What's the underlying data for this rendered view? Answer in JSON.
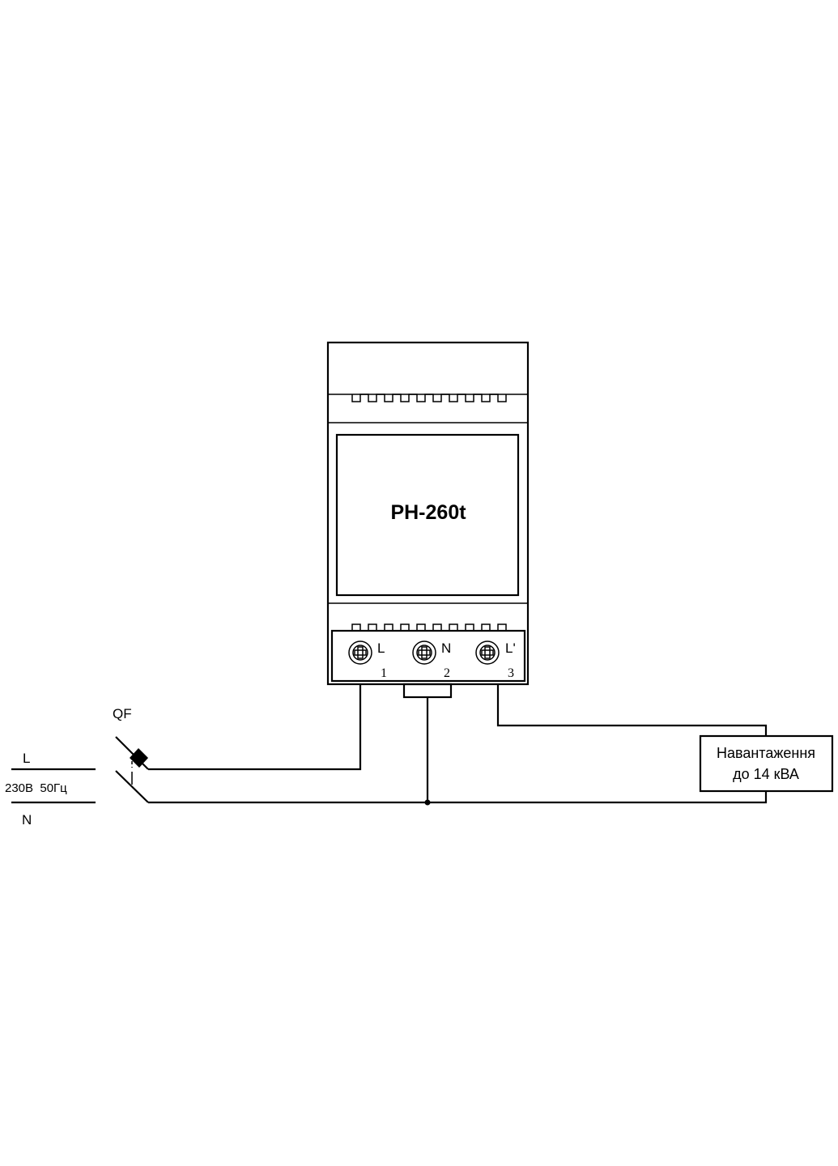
{
  "device": {
    "model": "РН-260t",
    "terminals": [
      {
        "label": "L",
        "number": "1"
      },
      {
        "label": "N",
        "number": "2"
      },
      {
        "label": "L'",
        "number": "3"
      }
    ]
  },
  "supply": {
    "line_label": "L",
    "neutral_label": "N",
    "voltage_label": "230В  50Гц"
  },
  "breaker": {
    "label": "QF"
  },
  "load": {
    "line1": "Навантаження",
    "line2": "до 14 кВА"
  },
  "colors": {
    "stroke": "#000000",
    "background": "#ffffff"
  }
}
